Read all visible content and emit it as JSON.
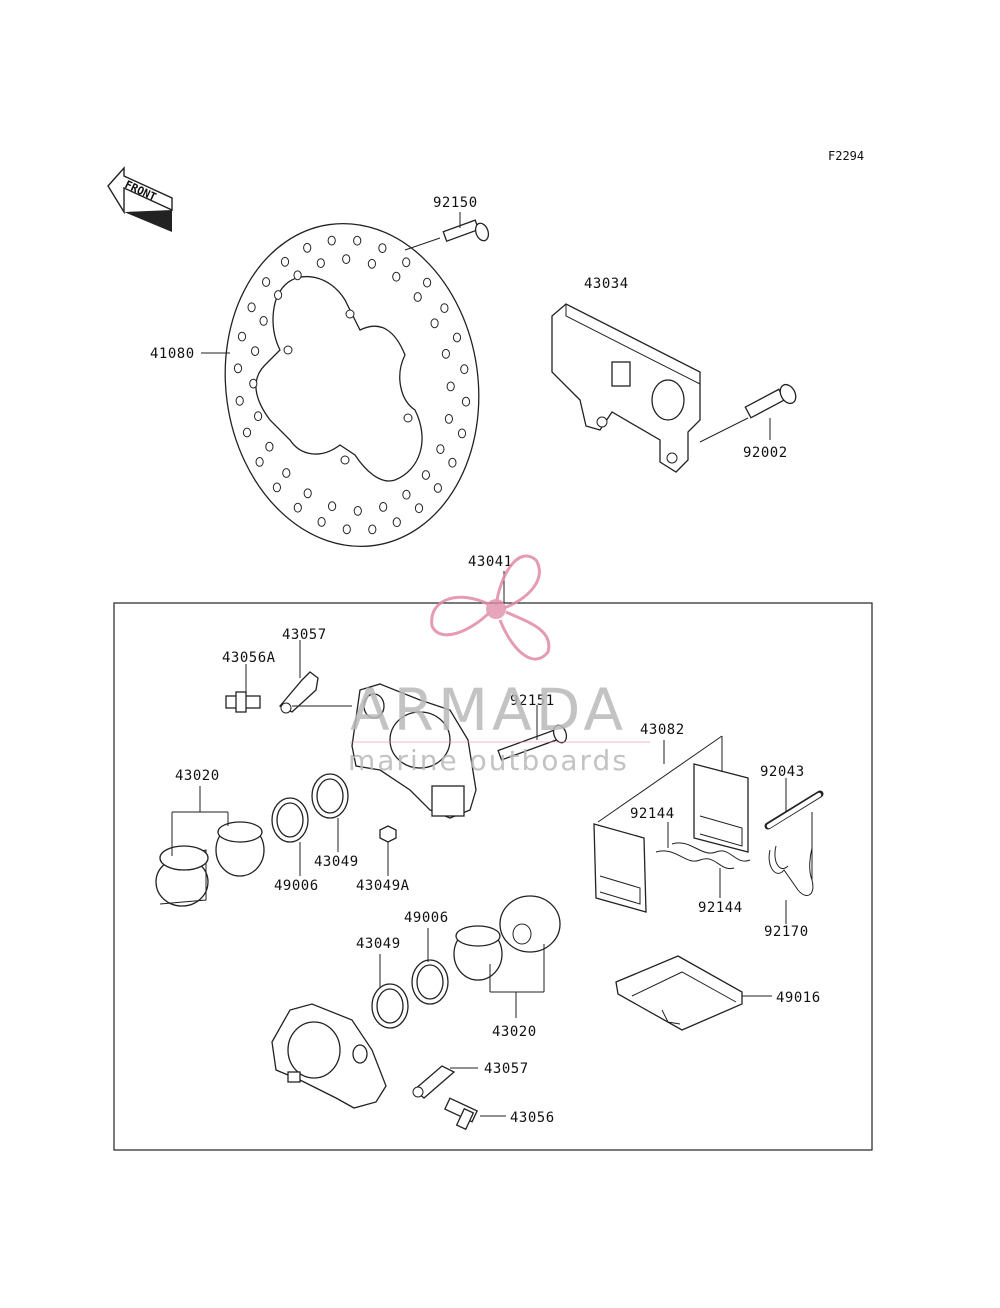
{
  "diagram_code": "F2294",
  "front_label": "FRONT",
  "watermark": {
    "brand": "ARMADA",
    "tagline": "marine outboards",
    "accent_color": "#e08aa6"
  },
  "labels": {
    "p92150": "92150",
    "p41080": "41080",
    "p43034": "43034",
    "p92002": "92002",
    "p43041": "43041",
    "p43057_top": "43057",
    "p43056A": "43056A",
    "p92151": "92151",
    "p43082": "43082",
    "p43020_top": "43020",
    "p92043": "92043",
    "p92144_a": "92144",
    "p92144_b": "92144",
    "p43049_top": "43049",
    "p49006_top": "49006",
    "p43049A": "43049A",
    "p92170": "92170",
    "p49006_low": "49006",
    "p43049_low": "43049",
    "p49016": "49016",
    "p43020_low": "43020",
    "p43057_low": "43057",
    "p43056": "43056"
  }
}
